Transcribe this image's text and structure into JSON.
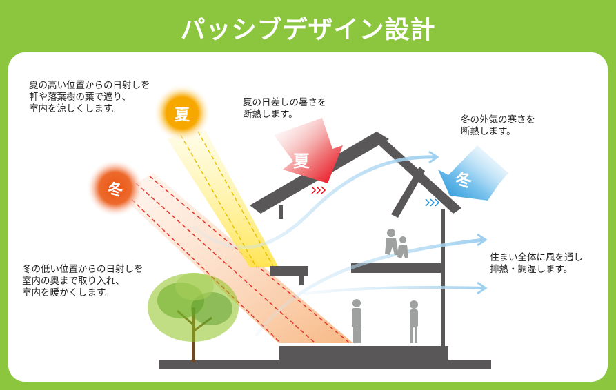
{
  "title": "パッシブデザイン設計",
  "notes": {
    "summer_sun": "夏の高い位置からの日射しを\n軒や落葉樹の葉で遮り、\n室内を涼しくします。",
    "summer_heat": "夏の日差しの暑さを\n断熱します。",
    "winter_cold": "冬の外気の寒さを\n断熱します。",
    "winter_sun": "冬の低い位置からの日射しを\n室内の奥まで取り入れ、\n室内を暖かくします。",
    "wind": "住まい全体に風を通し\n排熱・調湿します。"
  },
  "labels": {
    "summer": "夏",
    "winter": "冬"
  },
  "icons": [
    "summer-sun-icon",
    "winter-sun-icon",
    "tree-icon",
    "house-icon",
    "person-icon"
  ],
  "colors": {
    "background": "#8cc63f",
    "summer_arrow": "#e60012",
    "winter_arrow": "#1e90d6",
    "summer_sun": "#f39800",
    "winter_sun": "#ea5514"
  }
}
